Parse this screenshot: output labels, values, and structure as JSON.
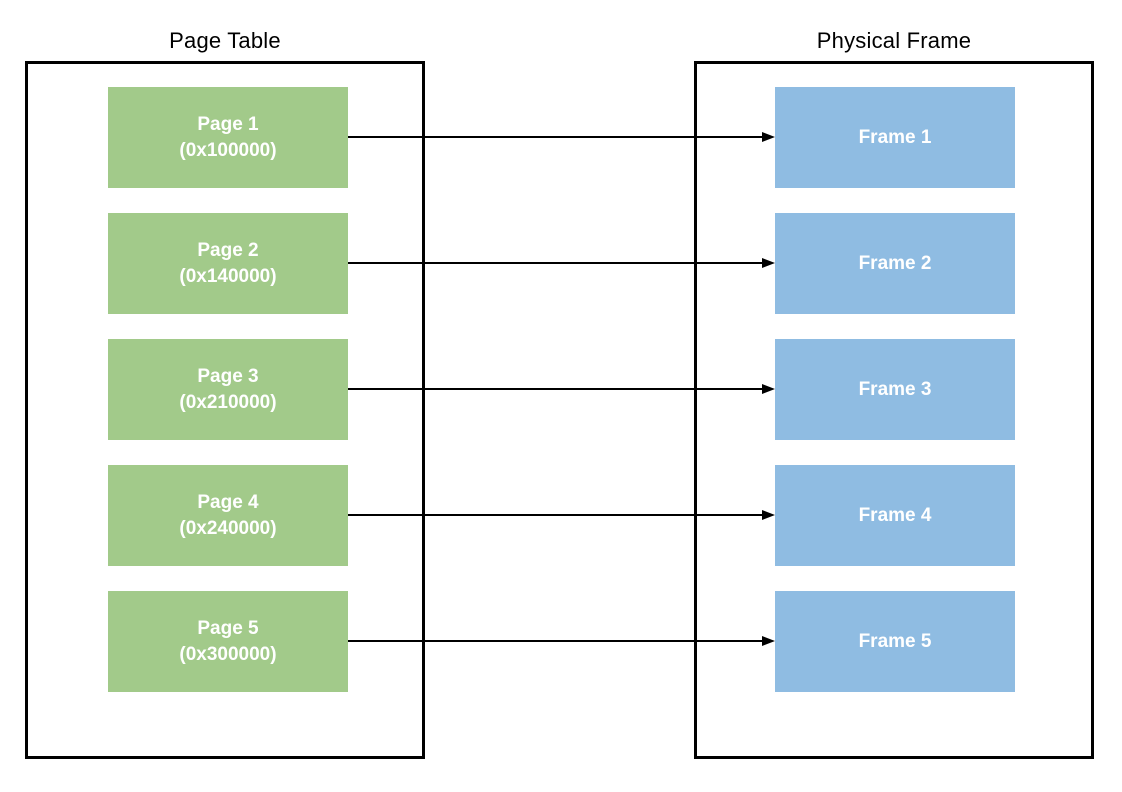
{
  "titles": {
    "left": "Page Table",
    "right": "Physical Frame"
  },
  "page_table": {
    "pages": [
      {
        "name": "Page 1",
        "address": "(0x100000)"
      },
      {
        "name": "Page 2",
        "address": "(0x140000)"
      },
      {
        "name": "Page 3",
        "address": "(0x210000)"
      },
      {
        "name": "Page 4",
        "address": "(0x240000)"
      },
      {
        "name": "Page 5",
        "address": "(0x300000)"
      }
    ]
  },
  "physical_frames": {
    "frames": [
      {
        "name": "Frame 1"
      },
      {
        "name": "Frame 2"
      },
      {
        "name": "Frame 3"
      },
      {
        "name": "Frame 4"
      },
      {
        "name": "Frame 5"
      }
    ]
  },
  "arrows": [
    {
      "from": "Page 1",
      "to": "Frame 1"
    },
    {
      "from": "Page 2",
      "to": "Frame 2"
    },
    {
      "from": "Page 3",
      "to": "Frame 3"
    },
    {
      "from": "Page 4",
      "to": "Frame 4"
    },
    {
      "from": "Page 5",
      "to": "Frame 5"
    }
  ],
  "colors": {
    "page_box": "#A2CA8A",
    "frame_box": "#8FBCE2",
    "container_border": "#000000",
    "arrow": "#000000",
    "box_text": "#FFFFFF",
    "title_text": "#000000",
    "background": "#FFFFFF"
  }
}
